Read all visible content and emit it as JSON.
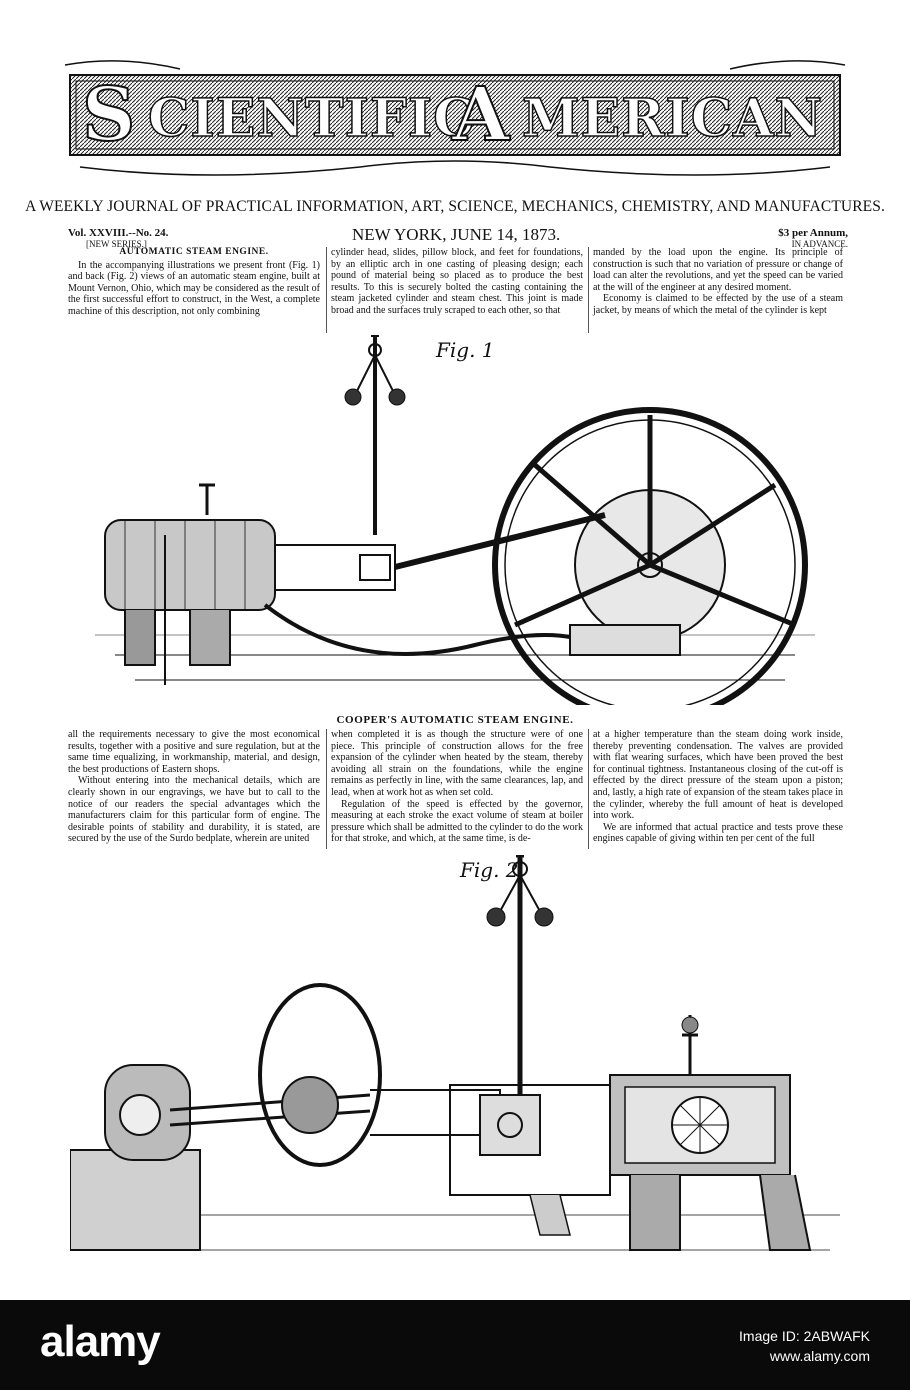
{
  "masthead": {
    "title_initial_1": "S",
    "title_rest_1": "CIENTIFIC",
    "title_initial_2": "A",
    "title_rest_2": "MERICAN"
  },
  "subtitle": "A WEEKLY JOURNAL OF PRACTICAL INFORMATION, ART, SCIENCE, MECHANICS, CHEMISTRY, AND MANUFACTURES.",
  "issue": {
    "volume": "Vol. XXVIII.--No. 24.",
    "series": "[NEW SERIES.]",
    "dateline": "NEW YORK, JUNE 14, 1873.",
    "price": "$3 per Annum,",
    "price_note": "IN ADVANCE."
  },
  "article": {
    "heading": "AUTOMATIC STEAM ENGINE.",
    "top_col1": "In the accompanying illustrations we present front (Fig. 1) and back (Fig. 2) views of an automatic steam engine, built at Mount Vernon, Ohio, which may be considered as the result of the first successful effort to construct, in the West, a complete machine of this description, not only combining",
    "top_col2": "cylinder head, slides, pillow block, and feet for foundations, by an elliptic arch in one casting of pleasing design; each pound of material being so placed as to produce the best results. To this is securely bolted the casting containing the steam jacketed cylinder and steam chest. This joint is made broad and the surfaces truly scraped to each other, so that",
    "top_col3": "manded by the load upon the engine. Its principle of construction is such that no variation of pressure or change of load can alter the revolutions, and yet the speed can be varied at the will of the engineer at any desired moment.",
    "top_col3b": "Economy is claimed to be effected by the use of a steam jacket, by means of which the metal of the cylinder is kept",
    "mid_col1": "all the requirements necessary to give the most economical results, together with a positive and sure regulation, but at the same time equalizing, in workmanship, material, and design, the best productions of Eastern shops.",
    "mid_col1b": "Without entering into the mechanical details, which are clearly shown in our engravings, we have but to call to the notice of our readers the special advantages which the manufacturers claim for this particular form of engine. The desirable points of stability and durability, it is stated, are secured by the use of the Surdo bedplate, wherein are united",
    "mid_col2": "when completed it is as though the structure were of one piece. This principle of construction allows for the free expansion of the cylinder when heated by the steam, thereby avoiding all strain on the foundations, while the engine remains as perfectly in line, with the same clearances, lap, and lead, when at work hot as when set cold.",
    "mid_col2b": "Regulation of the speed is effected by the governor, measuring at each stroke the exact volume of steam at boiler pressure which shall be admitted to the cylinder to do the work for that stroke, and which, at the same time, is de-",
    "mid_col3": "at a higher temperature than the steam doing work inside, thereby preventing condensation. The valves are provided with flat wearing surfaces, which have been proved the best for continual tightness. Instantaneous closing of the cut-off is effected by the direct pressure of the steam upon a piston; and, lastly, a high rate of expansion of the steam takes place in the cylinder, whereby the full amount of heat is developed into work.",
    "mid_col3b": "We are informed that actual practice and tests prove these engines capable of giving within ten per cent of the full"
  },
  "figures": {
    "fig1_label": "Fig. 1",
    "fig2_label": "Fig. 2",
    "caption": "COOPER'S AUTOMATIC STEAM ENGINE."
  },
  "watermark": {
    "logo": "alamy",
    "stock_id_line1": "Image ID: 2ABWAFK",
    "stock_id_line2": "www.alamy.com"
  }
}
